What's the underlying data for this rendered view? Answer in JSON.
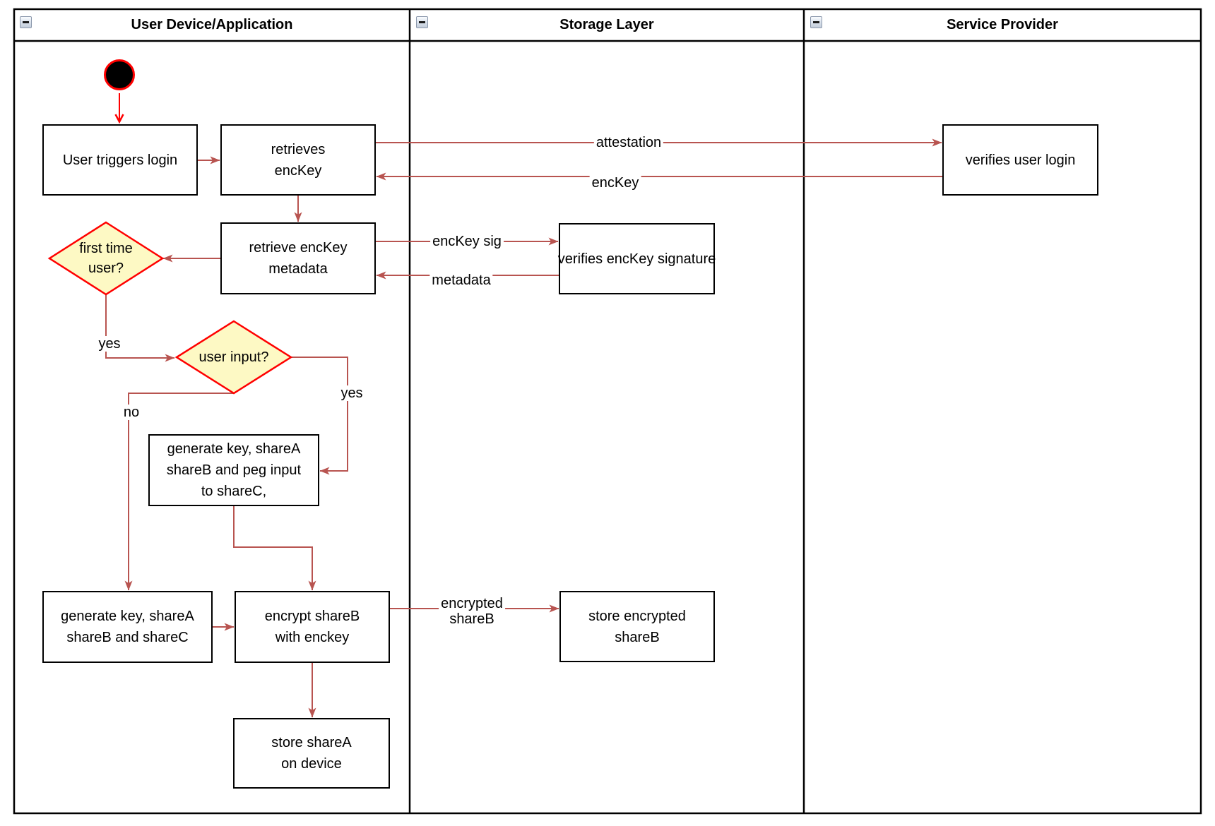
{
  "lanes": [
    {
      "title": "User Device/Application"
    },
    {
      "title": "Storage Layer"
    },
    {
      "title": "Service Provider"
    }
  ],
  "nodes": {
    "start": {
      "type": "initial-node"
    },
    "user_triggers_login": {
      "label": "User triggers login"
    },
    "retrieves_enckey": {
      "label": "retrieves\nencKey"
    },
    "retrieve_enckey_metadata": {
      "label": "retrieve encKey\nmetadata"
    },
    "first_time_user": {
      "label": "first time\nuser?"
    },
    "user_input": {
      "label": "user input?"
    },
    "generate_key_peg_input": {
      "label": "generate key, shareA\nshareB and peg input\nto shareC,"
    },
    "generate_key_shares": {
      "label": "generate key, shareA\nshareB and shareC"
    },
    "encrypt_shareb": {
      "label": "encrypt shareB\nwith enckey"
    },
    "store_sharea": {
      "label": "store shareA\non device"
    },
    "verifies_enckey_signature": {
      "label": "verifies encKey signature"
    },
    "store_encrypted_shareb": {
      "label": "store encrypted\nshareB"
    },
    "verifies_user_login": {
      "label": "verifies user login"
    }
  },
  "edge_labels": {
    "attestation": "attestation",
    "enckey": "encKey",
    "enckey_sig": "encKey sig",
    "metadata": "metadata",
    "encrypted_shareb": "encrypted\nshareB",
    "yes_first_time": "yes",
    "no_user_input": "no",
    "yes_user_input": "yes"
  },
  "colors": {
    "edge": "#B85450",
    "accent_red": "#FF0000",
    "diamond_fill": "#FDF9C4",
    "node_border": "#000000",
    "node_fill": "#FFFFFF"
  }
}
